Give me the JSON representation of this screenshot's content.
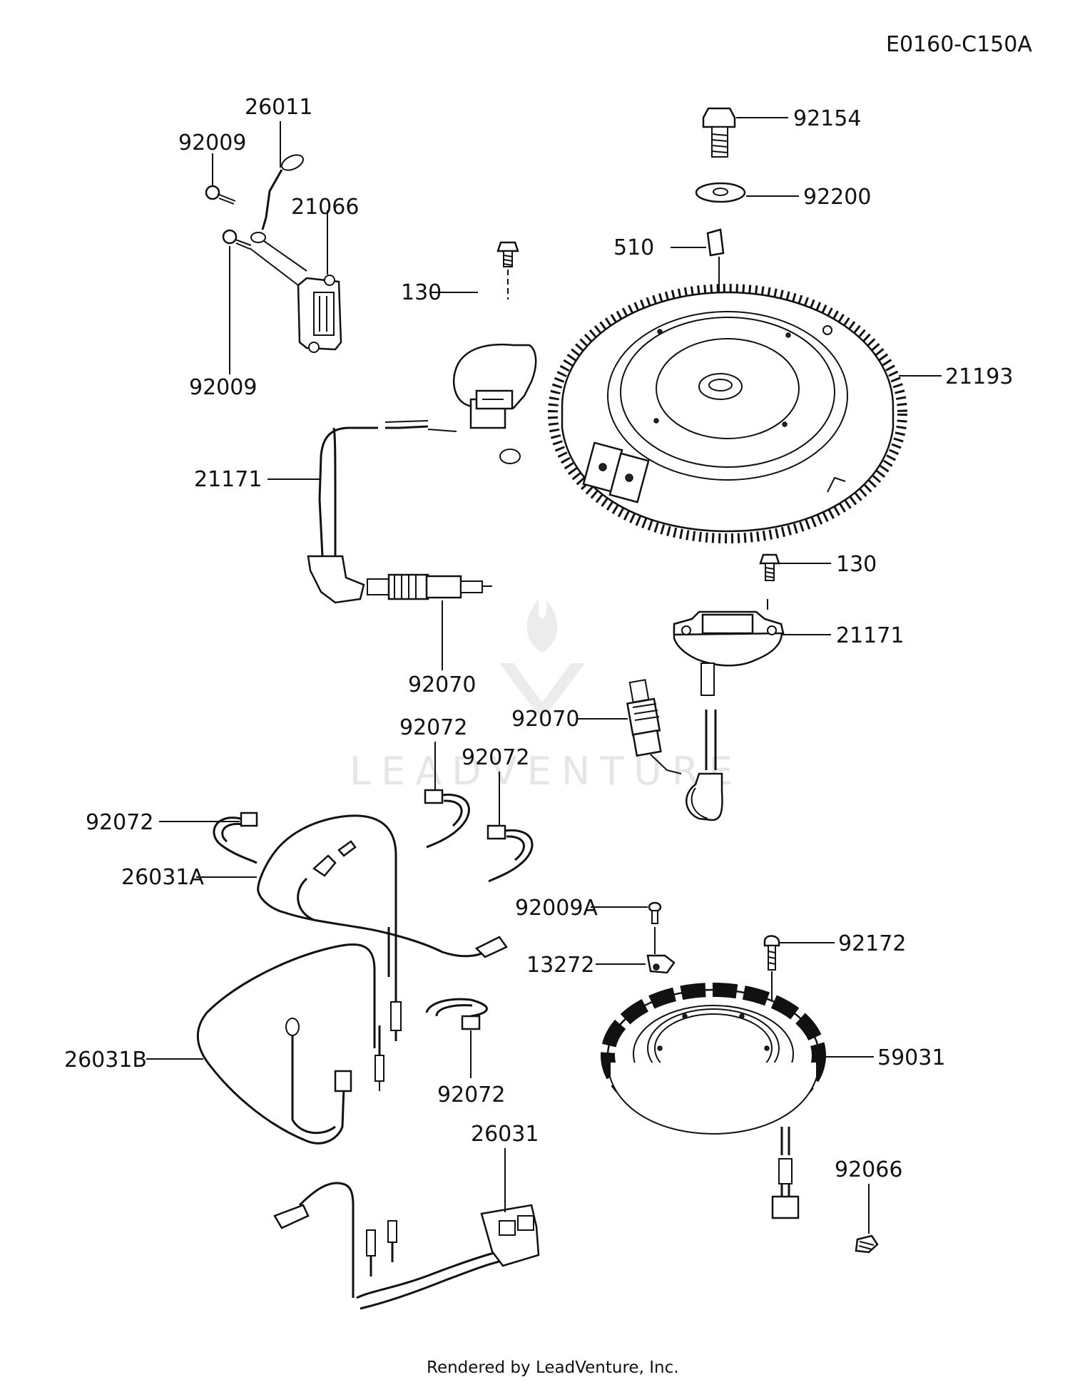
{
  "diagram_code": "E0160-C150A",
  "footer": "Rendered by LeadVenture, Inc.",
  "watermark": "LEADVENTURE",
  "callouts": {
    "c26011": "26011",
    "c92009_a": "92009",
    "c21066": "21066",
    "c92009_b": "92009",
    "c130_a": "130",
    "c21171_a": "21171",
    "c92070_a": "92070",
    "c92154": "92154",
    "c92200": "92200",
    "c510": "510",
    "c21193": "21193",
    "c130_b": "130",
    "c21171_b": "21171",
    "c92070_b": "92070",
    "c92072_a": "92072",
    "c92072_b": "92072",
    "c92072_c": "92072",
    "c26031A": "26031A",
    "c92009A": "92009A",
    "c13272": "13272",
    "c92172": "92172",
    "c59031": "59031",
    "c26031B": "26031B",
    "c92072_d": "92072",
    "c26031": "26031",
    "c92066": "92066"
  }
}
